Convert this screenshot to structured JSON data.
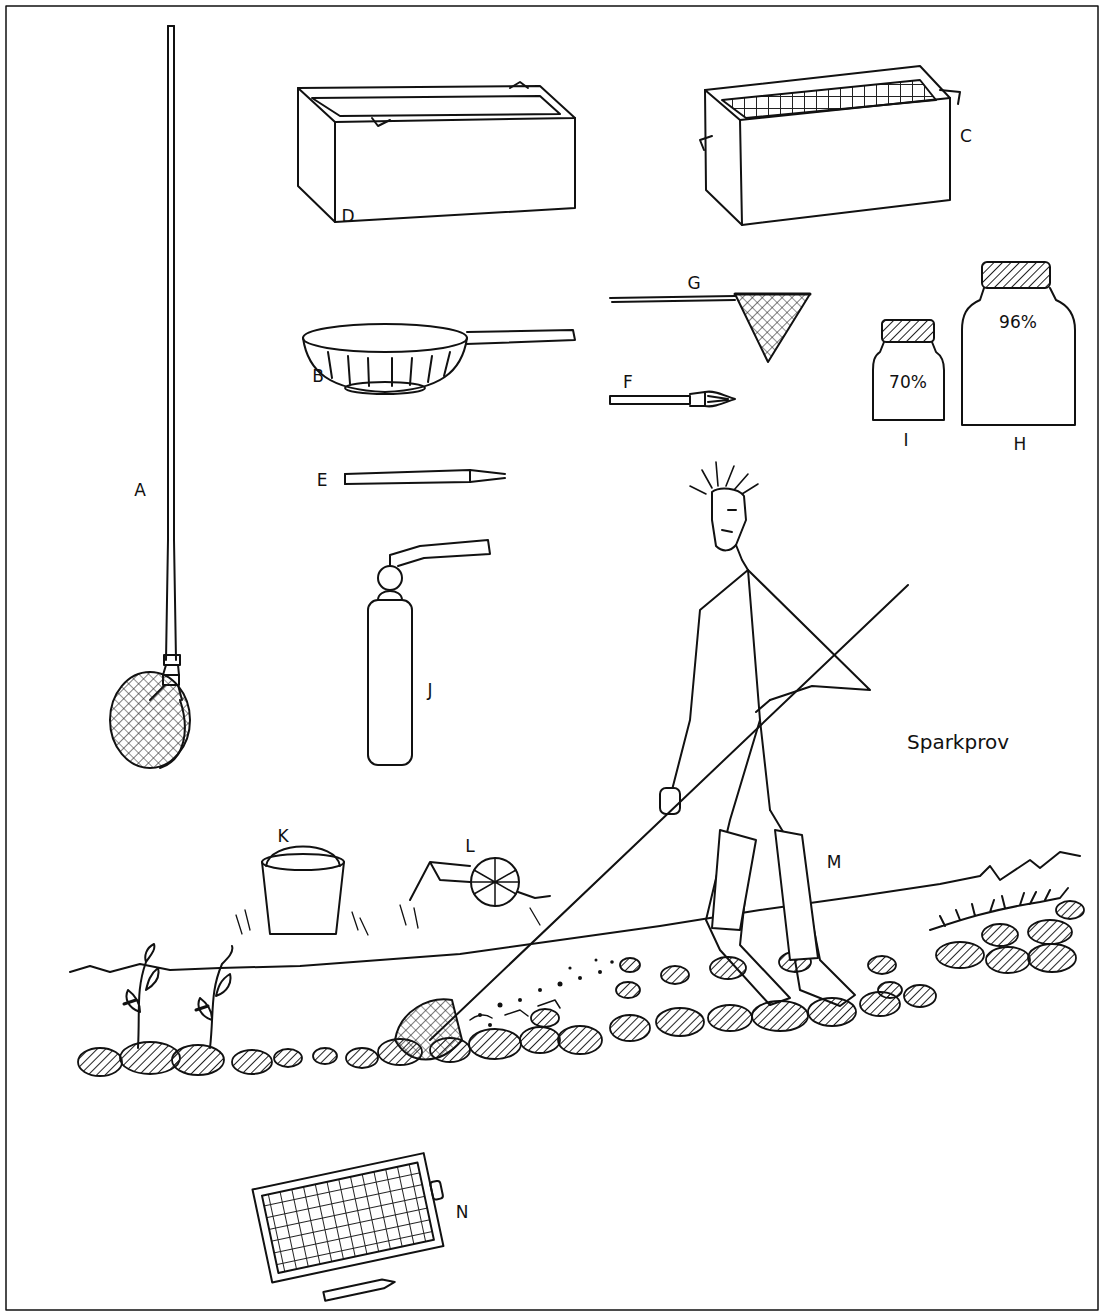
{
  "diagram": {
    "labels": [
      "A",
      "D",
      "C",
      "G",
      "B",
      "F",
      "70%",
      "96%",
      "I",
      "H",
      "E",
      "J",
      "Sparkprov",
      "K",
      "L",
      "M",
      "N"
    ]
  }
}
